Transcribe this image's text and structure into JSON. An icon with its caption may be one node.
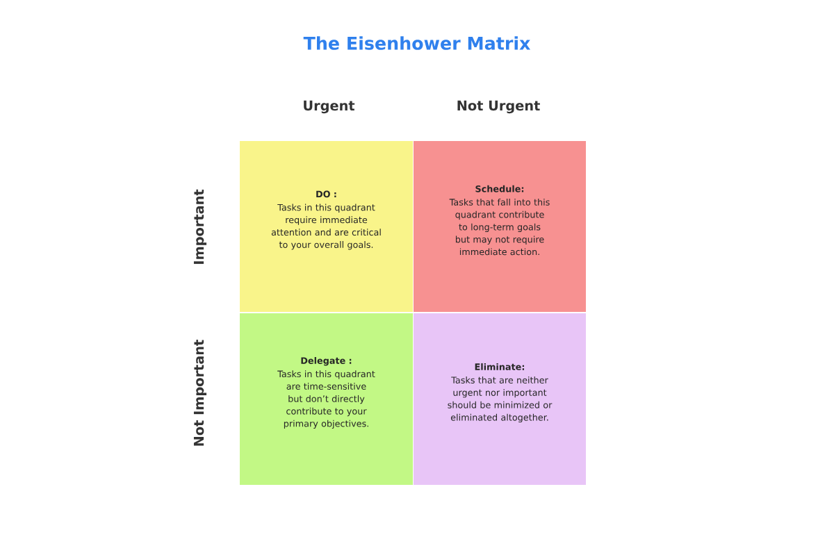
{
  "diagram": {
    "title": "The Eisenhower Matrix",
    "nodes": [
      {
        "text": [
          "DO :",
          "Tasks in this quadrant require immediate attention and are critical to your overall goals."
        ]
      },
      {
        "text": [
          "Schedule:",
          "Tasks that fall into this quadrant contribute to long-term goals but may not require immediate action."
        ]
      },
      {
        "text": [
          "Delegate :",
          "Tasks in this quadrant are time-sensitive but don’t directly contribute to your primary objectives."
        ]
      },
      {
        "text": [
          "Eliminate:",
          "Tasks that are neither urgent nor important should be minimized or eliminated altogether."
        ]
      }
    ],
    "labels": [
      "Urgent",
      "Not Urgent",
      "Important",
      "Not Important"
    ]
  }
}
